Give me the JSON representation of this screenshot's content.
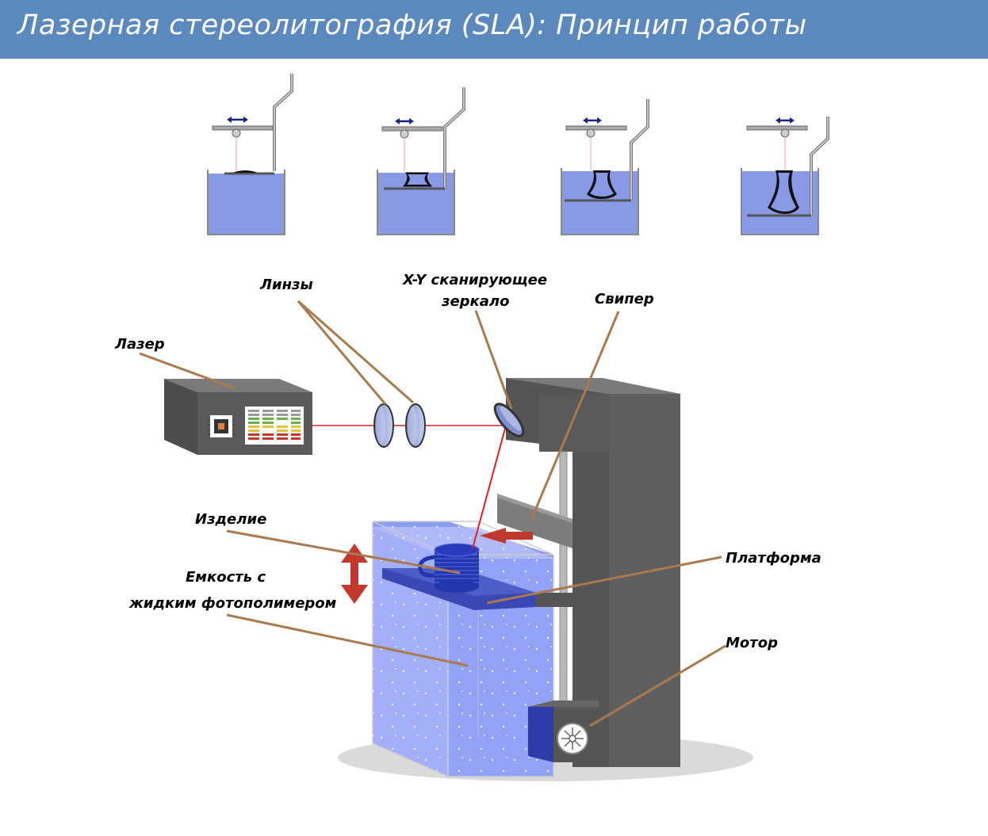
{
  "header": {
    "title": "Лазерная стереолитография (SLA): Принцип работы"
  },
  "labels": {
    "laser": "Лазер",
    "lenses": "Линзы",
    "mirror_line1": "X-Y сканирующее",
    "mirror_line2": "зеркало",
    "sweeper": "Свипер",
    "product": "Изделие",
    "tank_line1": "Емкость с",
    "tank_line2": "жидким фотополимером",
    "platform": "Платформа",
    "motor": "Мотор"
  },
  "colors": {
    "header": "#5b89bd",
    "resin": "#8899e6",
    "laser_beam": "#e02020",
    "leader": "#a87a4e",
    "frame": "#5f5f5f",
    "arrow": "#c0392b"
  }
}
